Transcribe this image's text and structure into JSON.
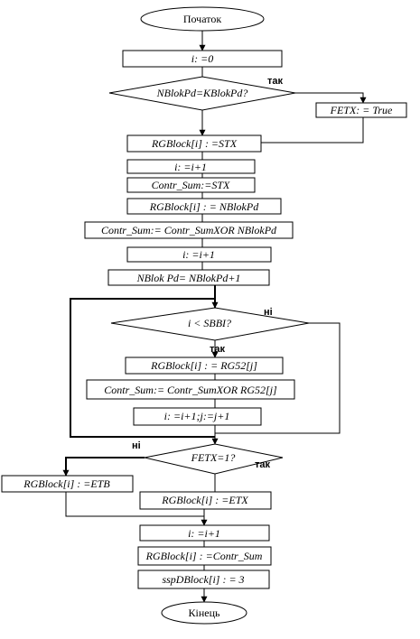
{
  "start": "Початок",
  "end": "Кінець",
  "blocks": {
    "i_init": "i: =0",
    "cond_kblok": "NBlokPd=KBlokPd?",
    "fetx_true": "FETX: = True",
    "rg_stx": "RGBlock[i] : =STX",
    "i_inc_1": "i: =i+1",
    "csum_stx": "Contr_Sum:=STX",
    "rg_nblok": "RGBlock[i] : = NBlokPd",
    "csum_xor_nblok": "Contr_Sum:= Contr_SumXOR NBlokPd",
    "i_inc_2": "i: =i+1",
    "nblok_inc": "NBlok Pd= NBlokPd+1",
    "cond_sbbi": "i < SBBI?",
    "rg_rg52": "RGBlock[i] : = RG52[j]",
    "csum_xor_rg52": "Contr_Sum:= Contr_SumXOR RG52[j]",
    "ij_inc": "i: =i+1;j:=j+1",
    "cond_fetx": "FETX=1?",
    "rg_etb": "RGBlock[i] : =ETB",
    "rg_etx": "RGBlock[i] : =ETX",
    "i_inc_3": "i: =i+1",
    "rg_csum": "RGBlock[i] : =Contr_Sum",
    "sspd": "sspDBlock[i] : = 3"
  },
  "labels": {
    "yes_1": "так",
    "no_1": "ні",
    "no_2": "ні",
    "yes_2": "так",
    "no_3": "ні",
    "yes_3": "так"
  }
}
